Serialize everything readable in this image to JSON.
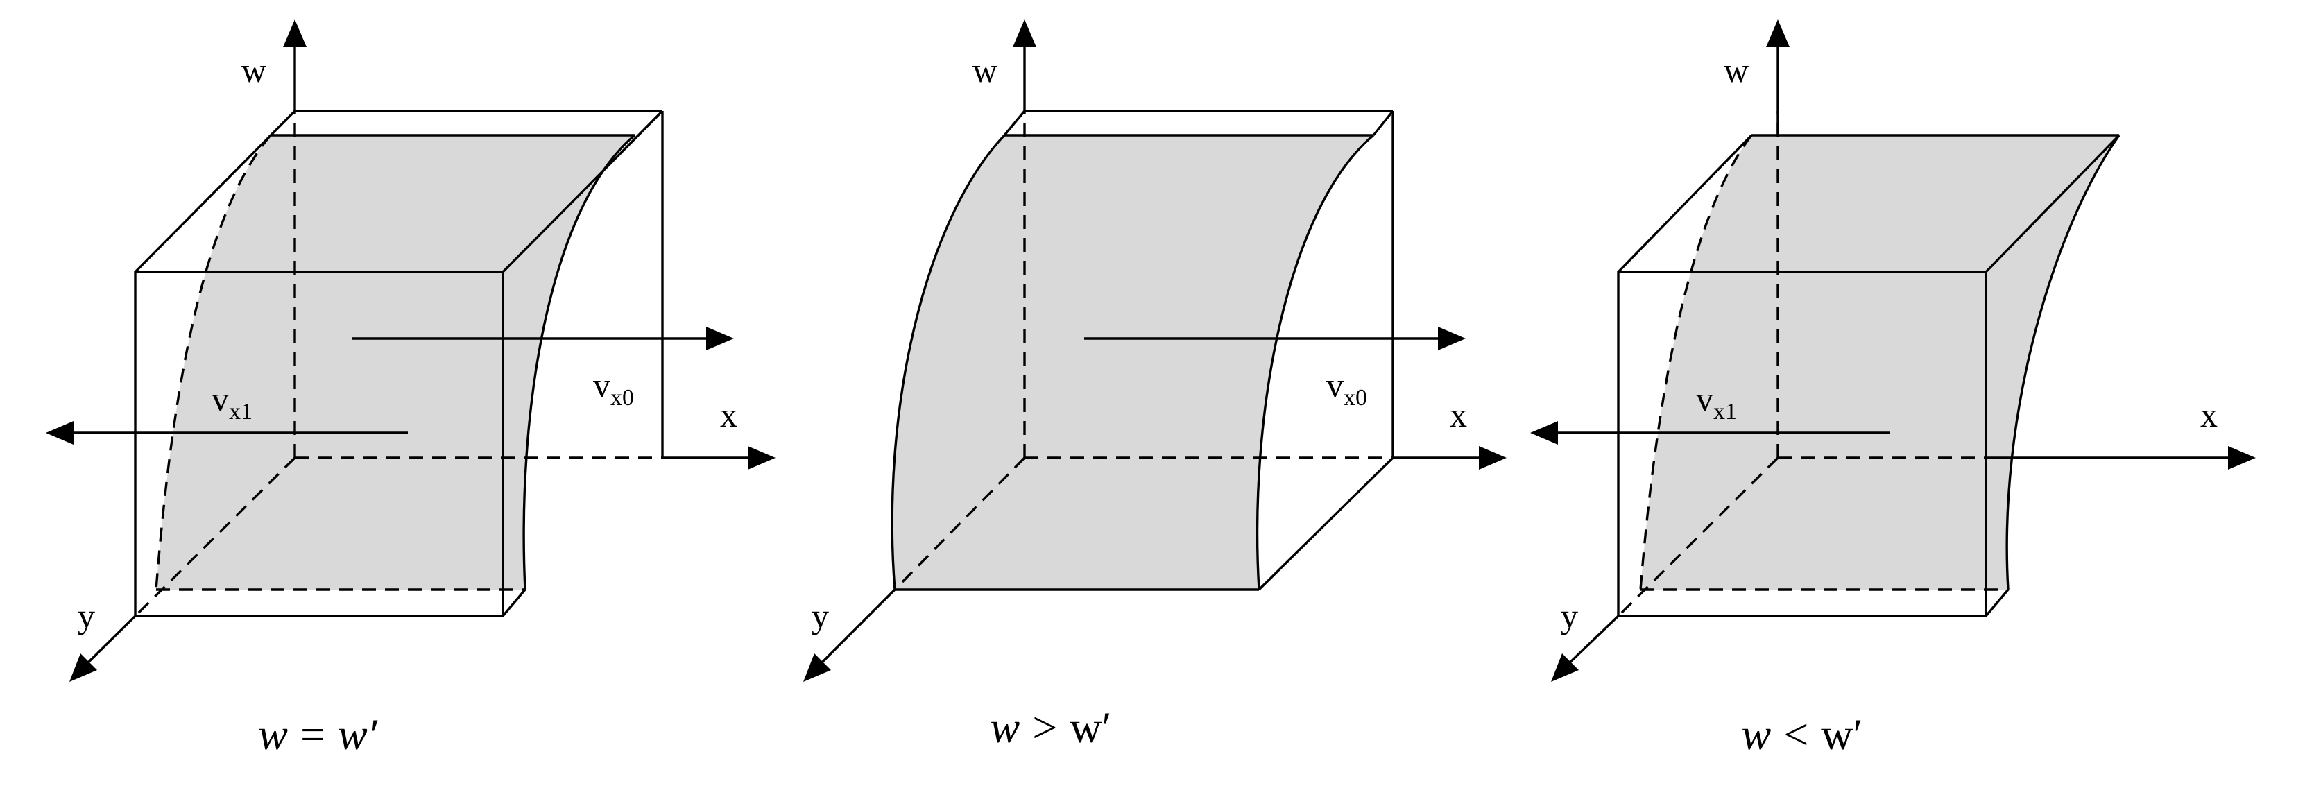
{
  "panels": [
    {
      "axis_w": "w",
      "axis_x": "x",
      "axis_y": "y",
      "velocity_right": {
        "base": "v",
        "sub": "x0"
      },
      "velocity_left": {
        "base": "v",
        "sub": "x1"
      },
      "caption": {
        "lhs": "w",
        "op": "=",
        "rhs": "w′"
      }
    },
    {
      "axis_w": "w",
      "axis_x": "x",
      "axis_y": "y",
      "velocity_right": {
        "base": "v",
        "sub": "x0"
      },
      "caption": {
        "lhs": "w",
        "op": ">",
        "rhs": "w′"
      }
    },
    {
      "axis_w": "w",
      "axis_x": "x",
      "axis_y": "y",
      "velocity_left": {
        "base": "v",
        "sub": "x1"
      },
      "caption": {
        "lhs": "w",
        "op": "<",
        "rhs": "w′"
      }
    }
  ],
  "colors": {
    "surface_fill": "#d9d9d9",
    "stroke": "#000000",
    "background": "#ffffff"
  }
}
